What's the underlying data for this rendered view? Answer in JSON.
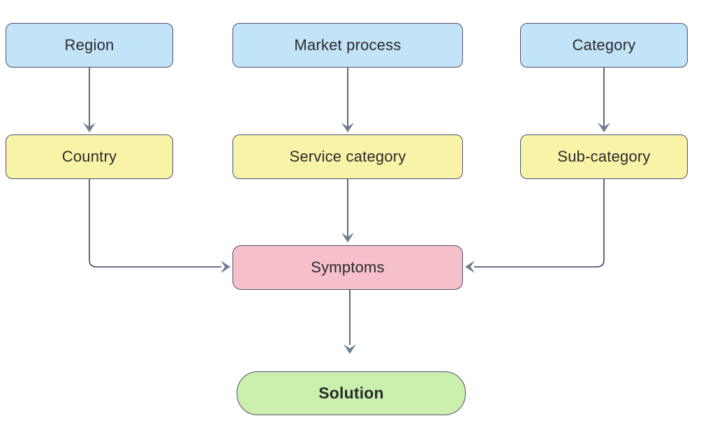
{
  "diagram": {
    "type": "flowchart",
    "colors": {
      "background": "#ffffff",
      "node_border": "#514e70",
      "edge_line": "#3d4166",
      "edge_arrowhead": "#6e8090",
      "text": "#2b2b2b",
      "blue_fill": "#c2e4f8",
      "yellow_fill": "#f8f3a7",
      "pink_fill": "#f5c0ca",
      "green_fill": "#cbf0ae"
    },
    "nodes": {
      "region": {
        "label": "Region",
        "fill": "#c2e4f8"
      },
      "market_process": {
        "label": "Market process",
        "fill": "#c2e4f8"
      },
      "category": {
        "label": "Category",
        "fill": "#c2e4f8"
      },
      "country": {
        "label": "Country",
        "fill": "#f8f3a7"
      },
      "service_category": {
        "label": "Service category",
        "fill": "#f8f3a7"
      },
      "sub_category": {
        "label": "Sub-category",
        "fill": "#f8f3a7"
      },
      "symptoms": {
        "label": "Symptoms",
        "fill": "#f5c0ca"
      },
      "solution": {
        "label": "Solution",
        "fill": "#cbf0ae"
      }
    },
    "edges": [
      {
        "from": "region",
        "to": "country"
      },
      {
        "from": "market_process",
        "to": "service_category"
      },
      {
        "from": "category",
        "to": "sub_category"
      },
      {
        "from": "country",
        "to": "symptoms"
      },
      {
        "from": "service_category",
        "to": "symptoms"
      },
      {
        "from": "sub_category",
        "to": "symptoms"
      },
      {
        "from": "symptoms",
        "to": "solution"
      }
    ]
  }
}
